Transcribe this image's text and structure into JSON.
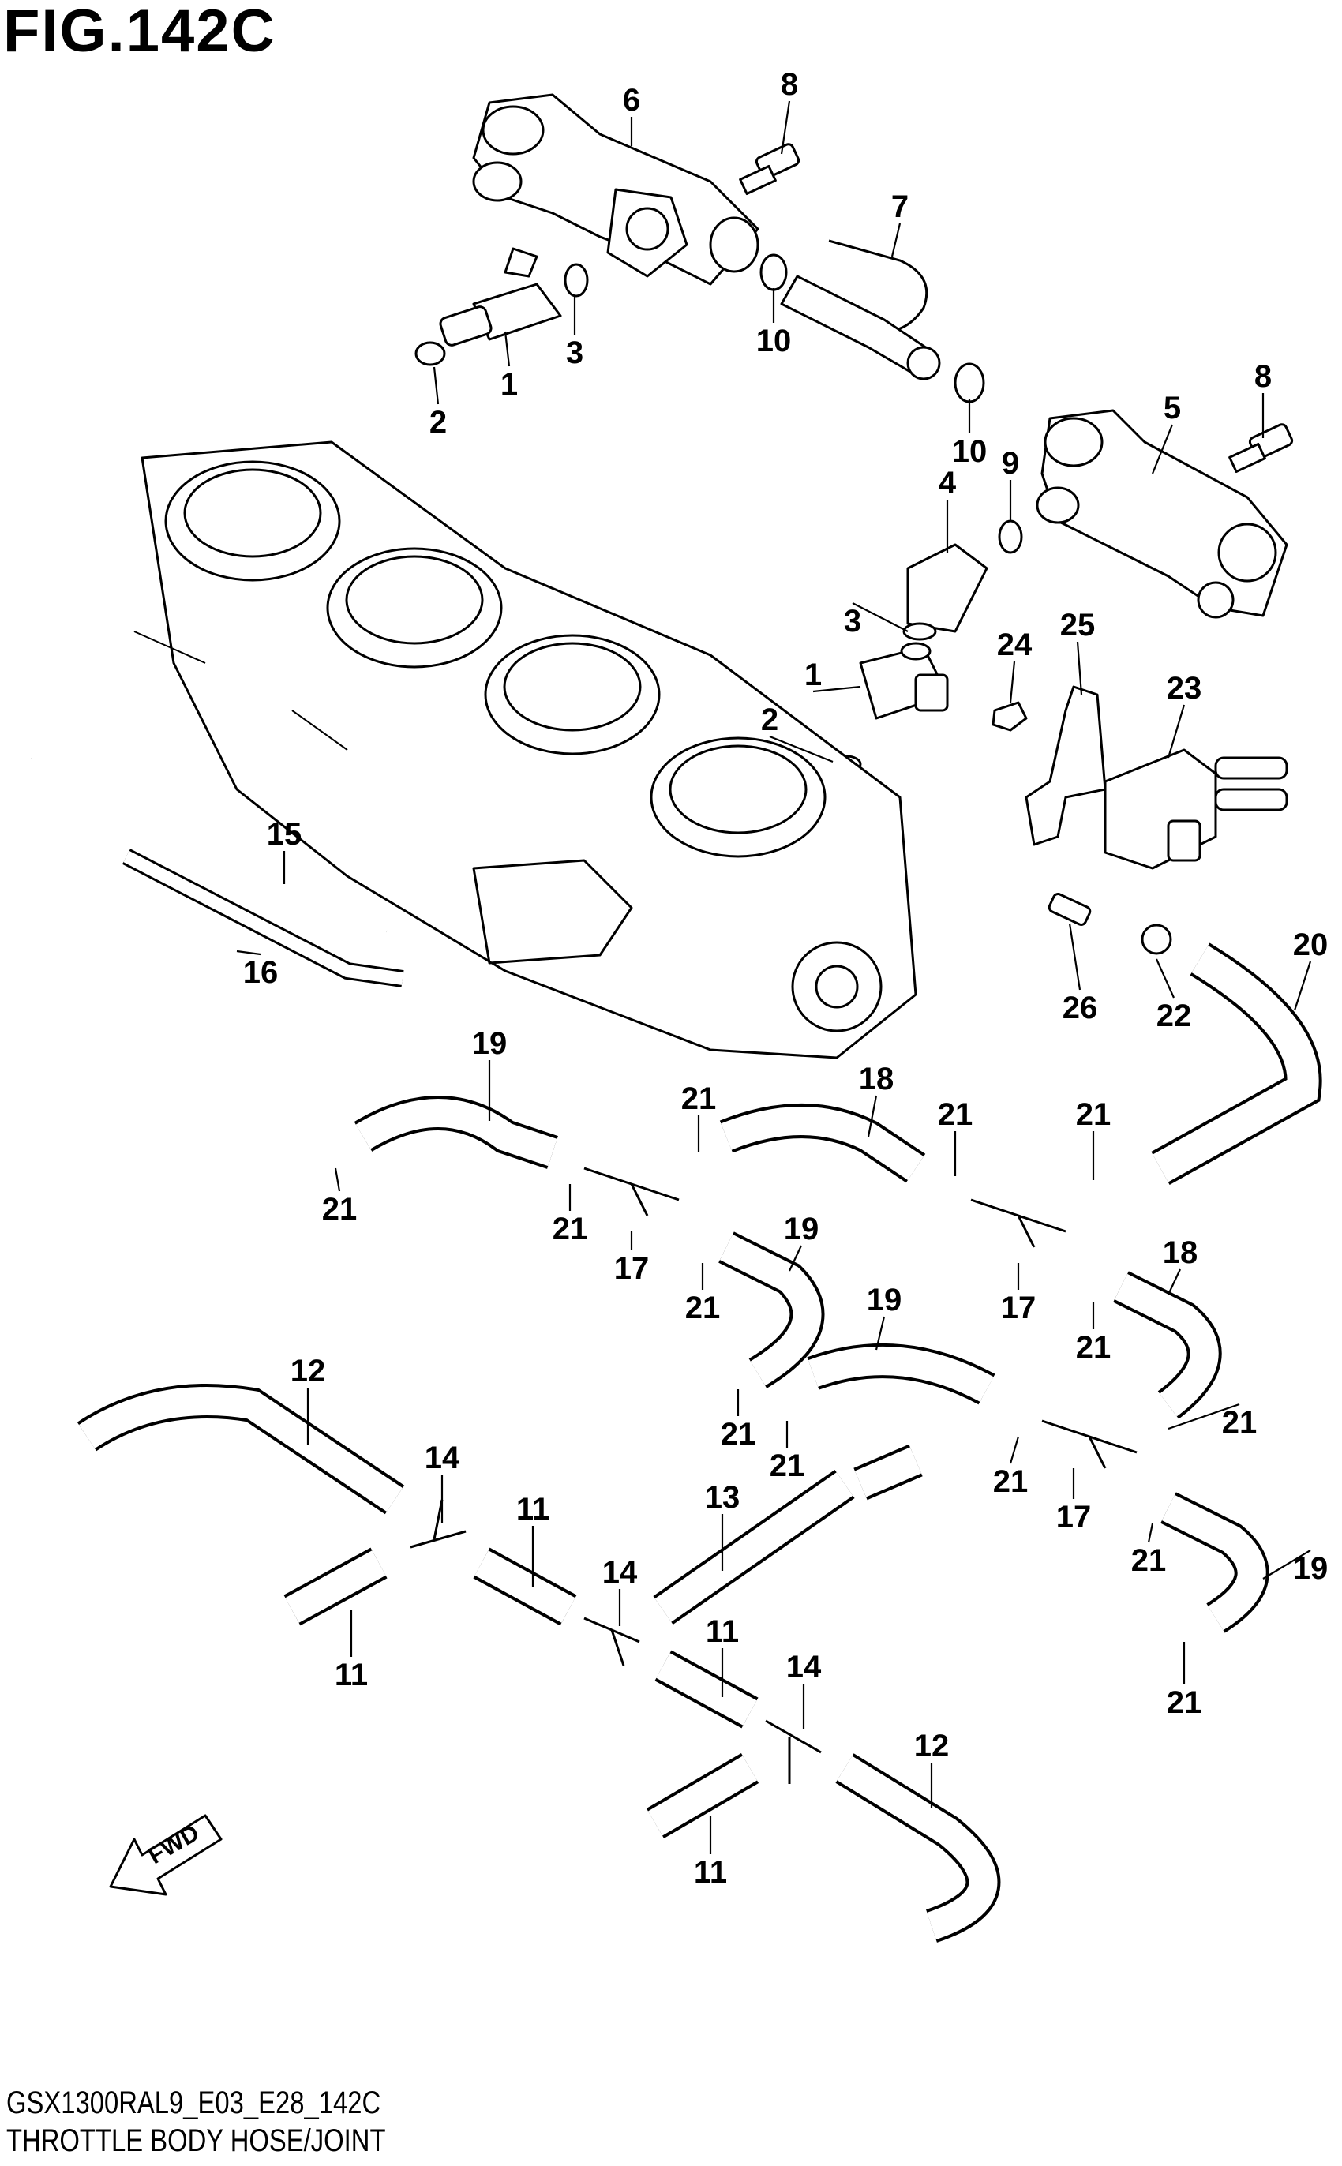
{
  "figure": {
    "title": "FIG.142C",
    "model_code": "GSX1300RAL9_E03_E28_142C",
    "section_title": "THROTTLE BODY HOSE/JOINT",
    "fwd_label": "FWD"
  },
  "callouts": [
    "6",
    "8",
    "7",
    "1",
    "3",
    "10",
    "2",
    "10",
    "8",
    "5",
    "9",
    "4",
    "3",
    "1",
    "24",
    "25",
    "23",
    "2",
    "15",
    "16",
    "26",
    "22",
    "20",
    "19",
    "18",
    "21",
    "21",
    "21",
    "21",
    "21",
    "17",
    "19",
    "21",
    "17",
    "18",
    "21",
    "19",
    "21",
    "21",
    "12",
    "14",
    "11",
    "21",
    "21",
    "17",
    "21",
    "13",
    "14",
    "19",
    "11",
    "11",
    "21",
    "14",
    "12",
    "11"
  ]
}
